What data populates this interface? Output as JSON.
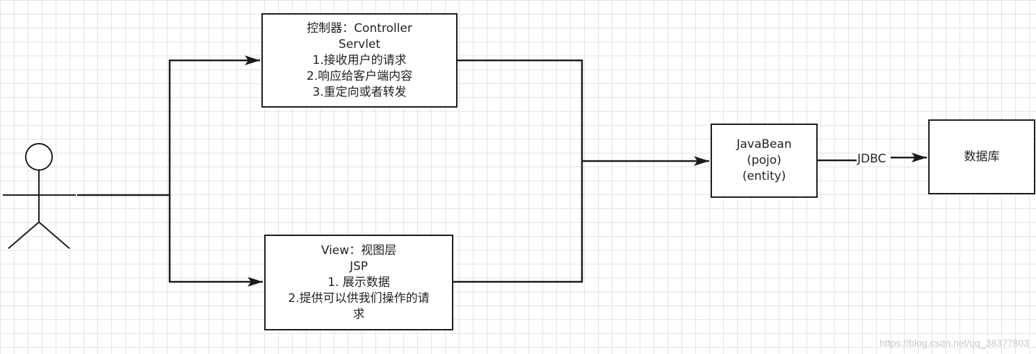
{
  "controller": {
    "lines": [
      "控制器：Controller",
      "Servlet",
      "1.接收用户的请求",
      "2.响应给客户端内容",
      "3.重定向或者转发"
    ]
  },
  "view": {
    "lines": [
      "View：视图层",
      "JSP",
      "1. 展示数据",
      "2.提供可以供我们操作的请",
      "求"
    ]
  },
  "javabean": {
    "lines": [
      "JavaBean",
      "(pojo)",
      "(entity)"
    ]
  },
  "database": {
    "label": "数据库"
  },
  "connector": {
    "jdbc_label": "JDBC"
  },
  "watermark": "https://blog.csdn.net/qq_38377803"
}
